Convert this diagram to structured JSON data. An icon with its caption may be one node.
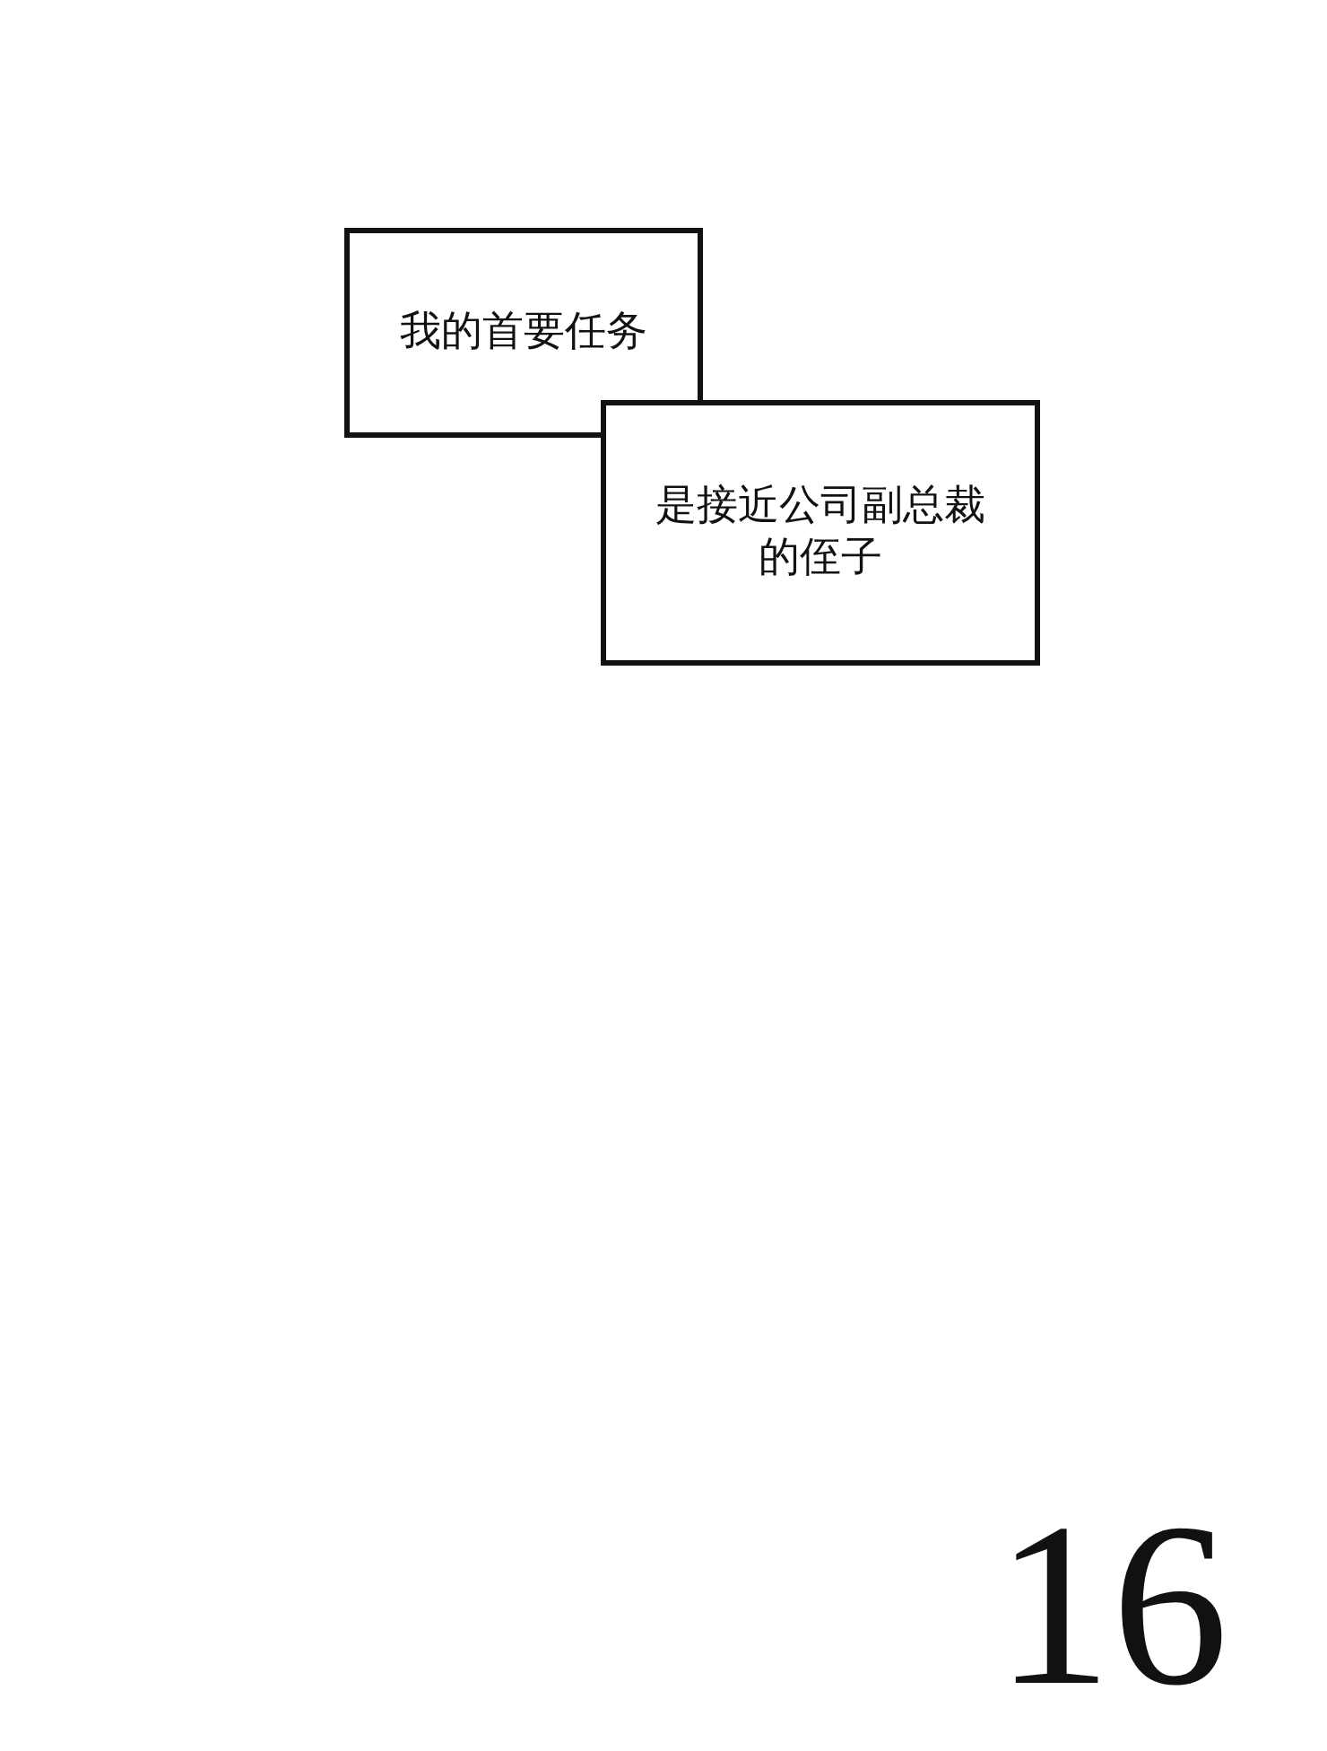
{
  "diagram": {
    "nodes": [
      {
        "text": [
          "我的首要任务"
        ]
      },
      {
        "text": [
          "是接近公司副总裁的侄子"
        ]
      }
    ],
    "labels": [
      "16"
    ]
  }
}
